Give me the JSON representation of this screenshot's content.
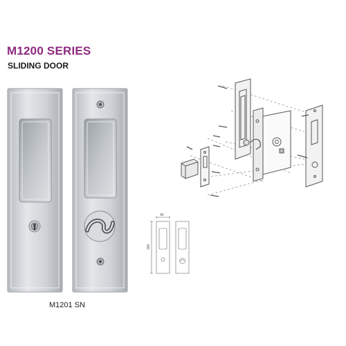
{
  "header": {
    "title": "M1200 SERIES",
    "subtitle": "SLIDING DOOR"
  },
  "product": {
    "model_code": "M1201 SN"
  },
  "drawing": {
    "dim_width": "45",
    "dim_height": "180"
  },
  "colors": {
    "title": "#8e2a7e",
    "metal": "#c9ccd0",
    "line": "#555555"
  }
}
